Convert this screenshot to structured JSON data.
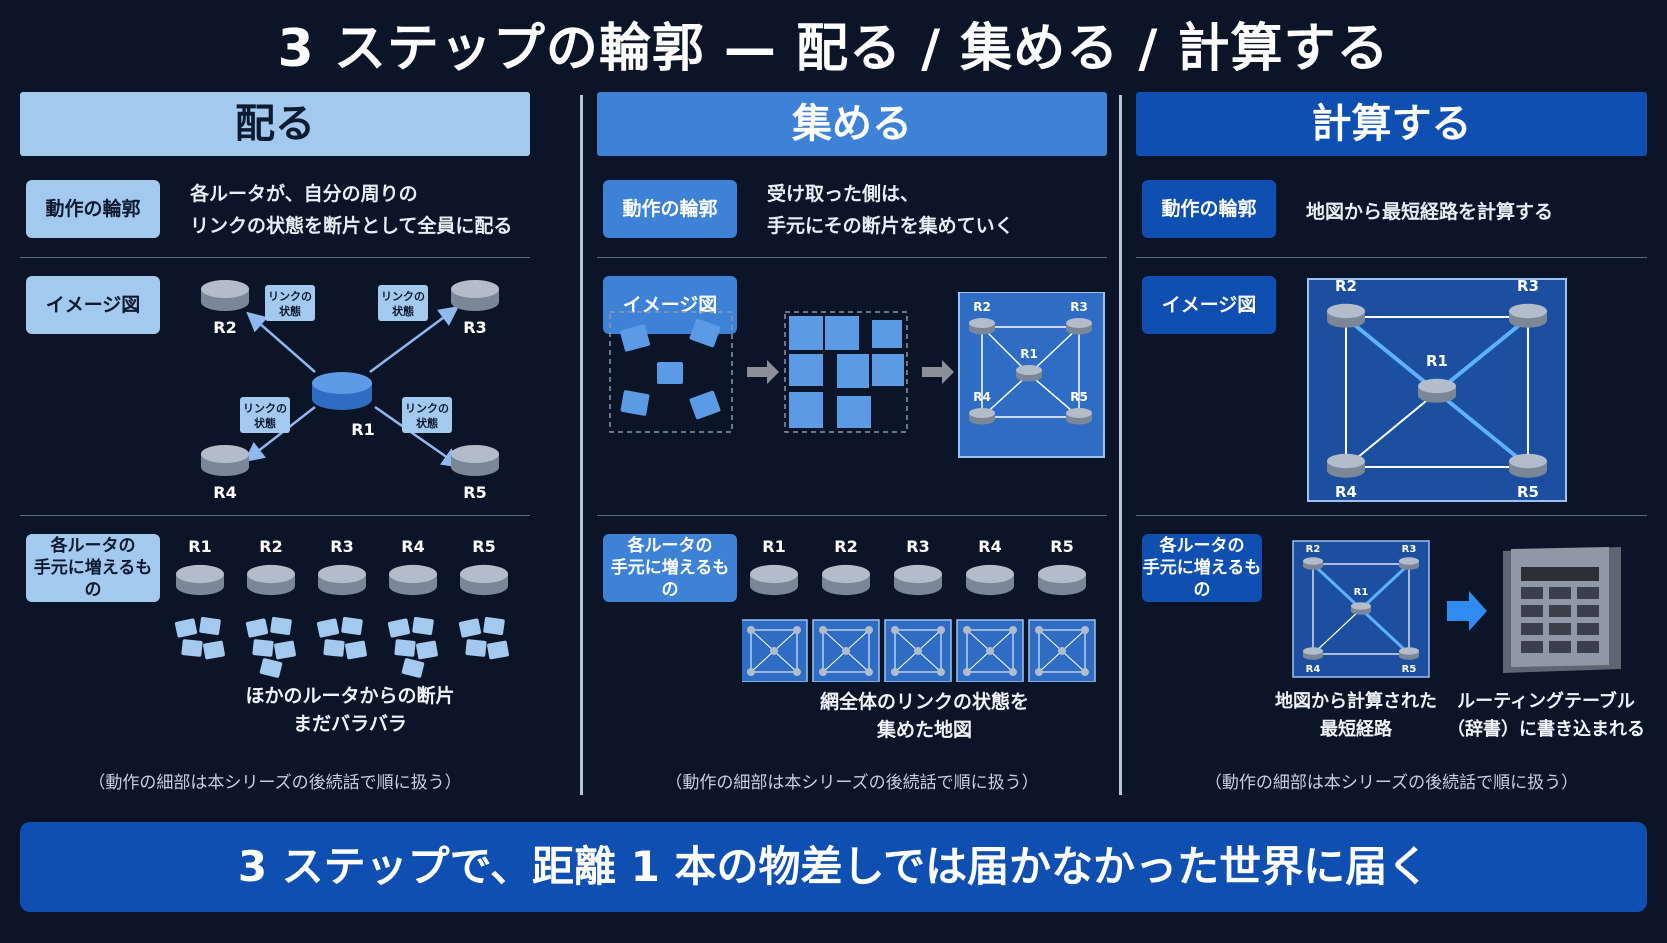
{
  "title": "3 ステップの輪郭 — 配る / 集める / 計算する",
  "columns": [
    {
      "header": "配る",
      "label_action": "動作の輪郭",
      "desc_line1": "各ルータが、自分の周りの",
      "desc_line2": "リンクの状態を断片として全員に配る",
      "label_image": "イメージ図",
      "label_gain_line1": "各ルータの",
      "label_gain_line2": "手元に増えるもの",
      "link_label_line1": "リンクの",
      "link_label_line2": "状態",
      "caption_line1": "ほかのルータからの断片",
      "caption_line2": "まだバラバラ",
      "note": "（動作の細部は本シリーズの後続話で順に扱う）"
    },
    {
      "header": "集める",
      "label_action": "動作の輪郭",
      "desc_line1": "受け取った側は、",
      "desc_line2": "手元にその断片を集めていく",
      "label_image": "イメージ図",
      "label_gain_line1": "各ルータの",
      "label_gain_line2": "手元に増えるもの",
      "caption_line1": "網全体のリンクの状態を",
      "caption_line2": "集めた地図",
      "note": "（動作の細部は本シリーズの後続話で順に扱う）"
    },
    {
      "header": "計算する",
      "label_action": "動作の輪郭",
      "desc_line1": "地図から最短経路を計算する",
      "label_image": "イメージ図",
      "label_gain_line1": "各ルータの",
      "label_gain_line2": "手元に増えるもの",
      "caption_a_line1": "地図から計算された",
      "caption_a_line2": "最短経路",
      "caption_b_line1": "ルーティングテーブル",
      "caption_b_line2": "（辞書）に書き込まれる",
      "note": "（動作の細部は本シリーズの後続話で順に扱う）"
    }
  ],
  "routers": [
    "R1",
    "R2",
    "R3",
    "R4",
    "R5"
  ],
  "banner": "3 ステップで、距離 1 本の物差しでは届かなかった世界に届く",
  "colors": {
    "background": "#0b1527",
    "light_blue": "#a4c9ee",
    "mid_blue": "#3d82d6",
    "deep_blue": "#0f4fb2",
    "router": "#9aa6b5",
    "arrow": "#6fa8f0"
  }
}
